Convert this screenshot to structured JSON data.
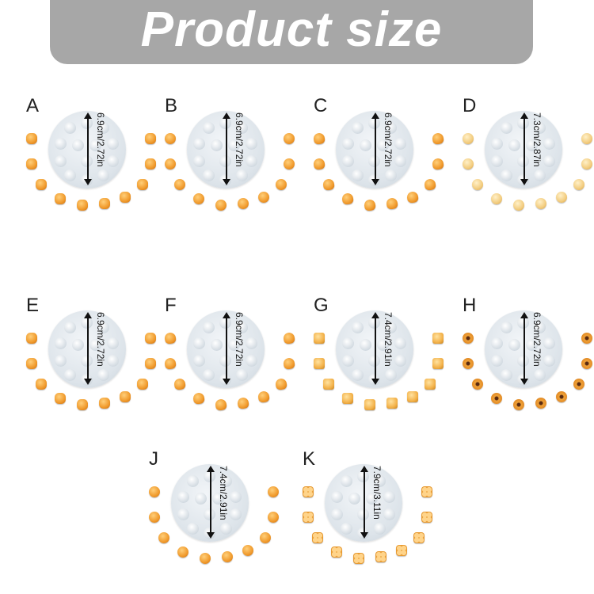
{
  "header": {
    "title": "Product size"
  },
  "products": [
    {
      "label": "A",
      "size": "6.9cm/2.72in",
      "piece_style": "flower"
    },
    {
      "label": "B",
      "size": "6.9cm/2.72in",
      "piece_style": "round"
    },
    {
      "label": "C",
      "size": "6.9cm/2.72in",
      "piece_style": "heart"
    },
    {
      "label": "D",
      "size": "7.3cm/2.87in",
      "piece_style": "pale"
    },
    {
      "label": "E",
      "size": "6.9cm/2.72in",
      "piece_style": "flower"
    },
    {
      "label": "F",
      "size": "6.9cm/2.72in",
      "piece_style": "heart"
    },
    {
      "label": "G",
      "size": "7.4cm/2.91in",
      "piece_style": "square"
    },
    {
      "label": "H",
      "size": "6.9cm/2.72in",
      "piece_style": "dark-center"
    },
    {
      "label": "J",
      "size": "7.4cm/2.91in",
      "piece_style": "round"
    },
    {
      "label": "K",
      "size": "7.9cm/3.11in",
      "piece_style": "quad"
    }
  ],
  "colors": {
    "banner": "#a7a7a7",
    "banner_text": "#ffffff",
    "mold": "#dde4ea",
    "piece": "#f09a2c"
  }
}
